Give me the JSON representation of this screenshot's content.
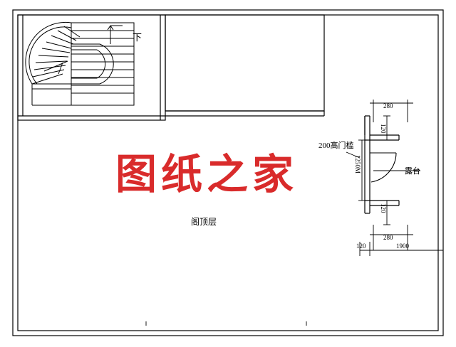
{
  "drawing": {
    "title_watermark": "图纸之家",
    "room_label": "阁顶层",
    "stair_label": "下",
    "terrace_label": "露台",
    "threshold_label": "200高门槛",
    "door_width_label": "1250M",
    "dimensions": {
      "top_right_280": "280",
      "upper_120": "120",
      "lower_120": "120",
      "bottom_280": "280",
      "left_120": "120",
      "span_1900": "1900"
    },
    "colors": {
      "line": "#000000",
      "watermark": "#d92b2b",
      "background": "#ffffff"
    }
  }
}
